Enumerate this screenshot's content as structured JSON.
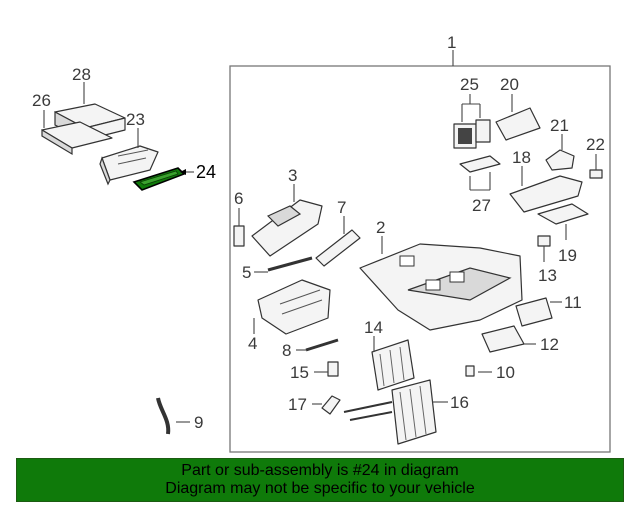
{
  "colors": {
    "banner_bg": "#0f7a0a",
    "highlight_fill": "#0f7a0a",
    "line": "#333333"
  },
  "diagram": {
    "main_assembly_label": "1",
    "callouts": [
      "2",
      "3",
      "4",
      "5",
      "6",
      "7",
      "8",
      "9",
      "10",
      "11",
      "12",
      "13",
      "14",
      "15",
      "16",
      "17",
      "18",
      "19",
      "20",
      "21",
      "22",
      "23",
      "24",
      "25",
      "26",
      "27",
      "28"
    ],
    "highlighted_part": "24"
  },
  "banner": {
    "line1": "Part or sub-assembly is #24 in diagram",
    "line2": "Diagram may not be specific to your vehicle"
  }
}
